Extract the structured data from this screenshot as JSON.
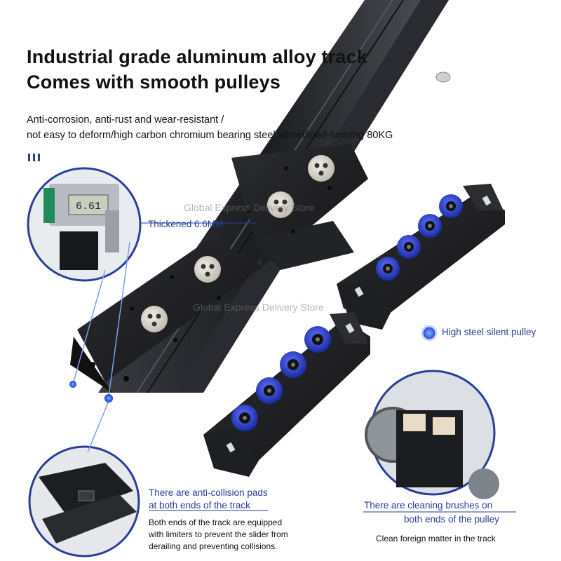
{
  "headline": {
    "line1": "Industrial grade aluminum alloy track",
    "line2": "Comes with smooth pulleys"
  },
  "subtitle": {
    "line1": "Anti-corrosion, anti-rust and wear-resistant /",
    "line2": "not easy to deform/high carbon chromium bearing steel wheel/load-bearing 80KG"
  },
  "watermark": "Global Express Delivery Store",
  "callouts": {
    "thickness": "Thickened 6.6MM",
    "pulley": "High steel silent pulley",
    "anti_collision_title_1": "There are anti-collision pads",
    "anti_collision_title_2": "at both ends of the track",
    "anti_collision_desc_1": "Both ends of the track are equipped",
    "anti_collision_desc_2": "with limiters to prevent the slider from",
    "anti_collision_desc_3": "derailing and preventing collisions.",
    "brush_title_1": "There are cleaning brushes on",
    "brush_title_2": "both ends of the pulley",
    "brush_desc": "Clean foreign matter in the track"
  },
  "caliper_reading": "6.61",
  "colors": {
    "accent_blue": "#2a3e9a",
    "wheel_blue": "#2b3fc4",
    "rail_dark": "#1c1d20"
  }
}
